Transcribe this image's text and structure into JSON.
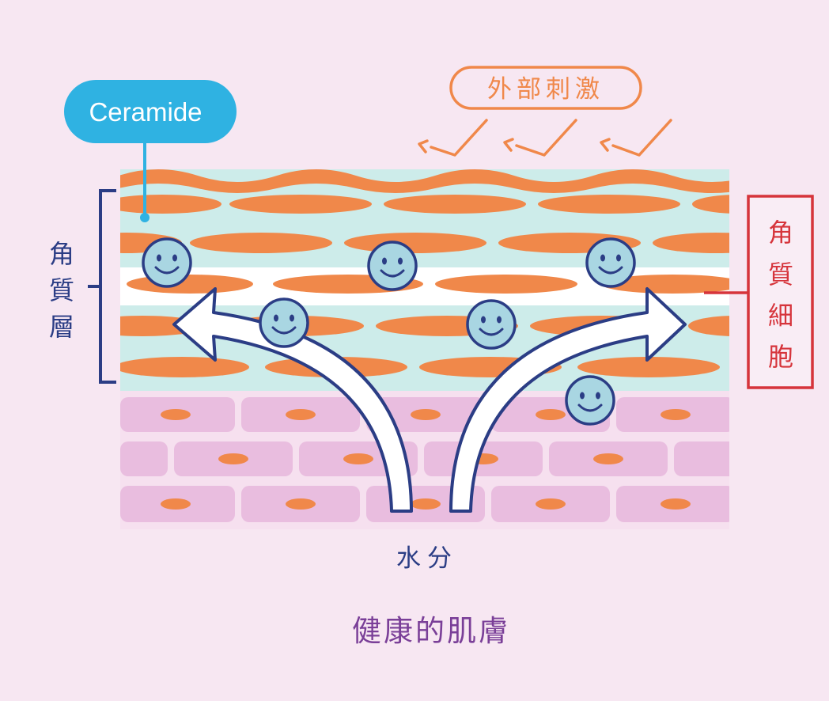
{
  "labels": {
    "ceramide": "Ceramide",
    "external_stimulus": "外部刺激",
    "stratum_corneum": [
      "角",
      "質",
      "層"
    ],
    "corneocyte": [
      "角",
      "質",
      "細",
      "胞"
    ],
    "moisture": "水分",
    "caption": "健康的肌膚"
  },
  "colors": {
    "background": "#f7e7f2",
    "ceramide_blue": "#2fb2e2",
    "orange": "#f0884a",
    "navy": "#2b3d85",
    "red": "#d6343b",
    "caption_purple": "#7a3f98",
    "lipid_layer": "#cdecea",
    "cell_pink": "#e9bddf",
    "smiley_face": "#a9d6e2"
  },
  "icons": [
    "smiley-icon",
    "arrow-icon",
    "stimulus-arrow-icon"
  ]
}
